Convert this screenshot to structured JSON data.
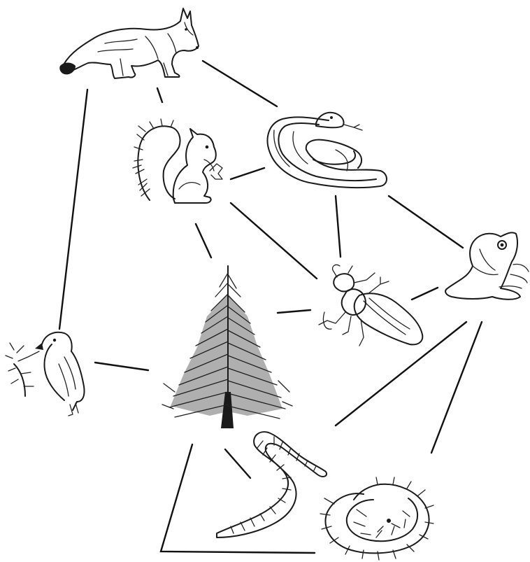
{
  "diagram": {
    "type": "food-web",
    "ink_color": "#1a1a1a",
    "background": "#ffffff",
    "nodes": [
      {
        "id": "fox",
        "icon": "fox-icon"
      },
      {
        "id": "squirrel",
        "icon": "squirrel-icon"
      },
      {
        "id": "snake",
        "icon": "snake-icon"
      },
      {
        "id": "frog",
        "icon": "frog-icon"
      },
      {
        "id": "beetle",
        "icon": "beetle-icon"
      },
      {
        "id": "tree",
        "icon": "spruce-tree-icon"
      },
      {
        "id": "bird",
        "icon": "bird-icon"
      },
      {
        "id": "earthworm",
        "icon": "earthworm-icon"
      },
      {
        "id": "millipede",
        "icon": "millipede-icon"
      }
    ],
    "edges": [
      [
        "fox",
        "snake"
      ],
      [
        "fox",
        "squirrel"
      ],
      [
        "fox",
        "bird"
      ],
      [
        "squirrel",
        "snake"
      ],
      [
        "squirrel",
        "tree"
      ],
      [
        "squirrel",
        "beetle"
      ],
      [
        "snake",
        "beetle"
      ],
      [
        "snake",
        "frog"
      ],
      [
        "frog",
        "beetle"
      ],
      [
        "frog",
        "earthworm"
      ],
      [
        "frog",
        "millipede"
      ],
      [
        "tree",
        "beetle"
      ],
      [
        "tree",
        "bird"
      ],
      [
        "tree",
        "earthworm"
      ],
      [
        "tree",
        "millipede"
      ]
    ]
  }
}
